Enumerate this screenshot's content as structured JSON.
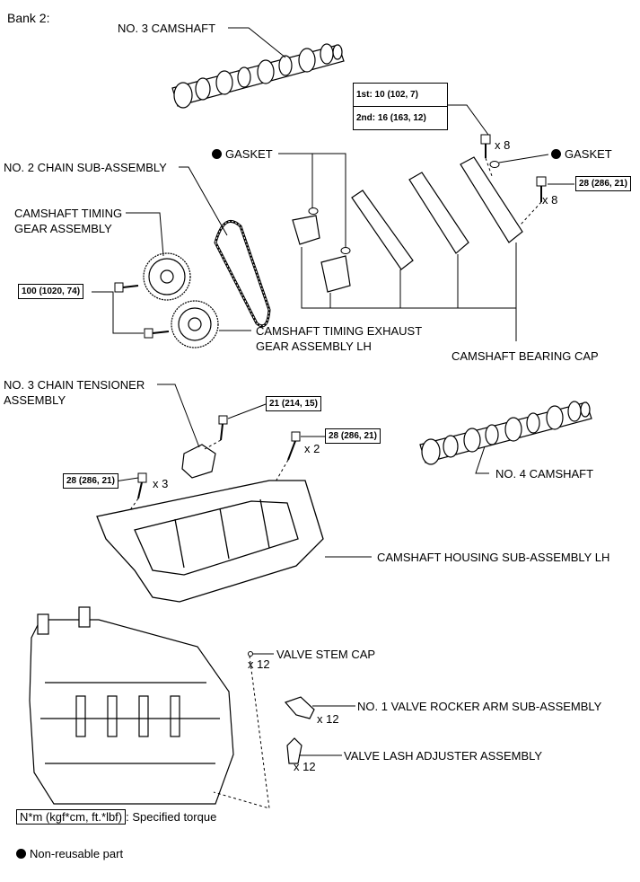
{
  "title": "Bank 2:",
  "labels": {
    "no3_camshaft": "NO. 3 CAMSHAFT",
    "gasket_left": "GASKET",
    "gasket_right": "GASKET",
    "no2_chain": "NO. 2 CHAIN SUB-ASSEMBLY",
    "timing_gear": "CAMSHAFT TIMING\nGEAR ASSEMBLY",
    "timing_exhaust_gear": "CAMSHAFT TIMING EXHAUST\nGEAR ASSEMBLY LH",
    "bearing_cap": "CAMSHAFT BEARING CAP",
    "no3_tensioner": "NO. 3 CHAIN TENSIONER\nASSEMBLY",
    "no4_camshaft": "NO. 4 CAMSHAFT",
    "housing": "CAMSHAFT HOUSING SUB-ASSEMBLY LH",
    "valve_stem_cap": "VALVE STEM CAP",
    "rocker_arm": "NO. 1 VALVE ROCKER ARM SUB-ASSEMBLY",
    "lash_adjuster": "VALVE LASH ADJUSTER ASSEMBLY"
  },
  "torques": {
    "cap_bolt_1st": "1st: 10 (102, 7)",
    "cap_bolt_2nd": "2nd: 16 (163, 12)",
    "cap_side_bolt": "28 (286, 21)",
    "gear_bolt": "100 (1020, 74)",
    "tensioner_bolt": "21 (214, 15)",
    "housing_bolt_a": "28 (286, 21)",
    "housing_bolt_b": "28 (286, 21)"
  },
  "counts": {
    "cap_bolts": "x 8",
    "cap_side_bolts": "x 8",
    "housing_bolts_a": "x 3",
    "housing_bolts_b": "x 2",
    "valve_stem_caps": "x 12",
    "rocker_arms": "x 12",
    "lash_adjusters": "x 12"
  },
  "legend": {
    "torque_box": "N*m (kgf*cm, ft.*lbf)",
    "torque_desc": ": Specified torque",
    "non_reusable": "Non-reusable part"
  }
}
